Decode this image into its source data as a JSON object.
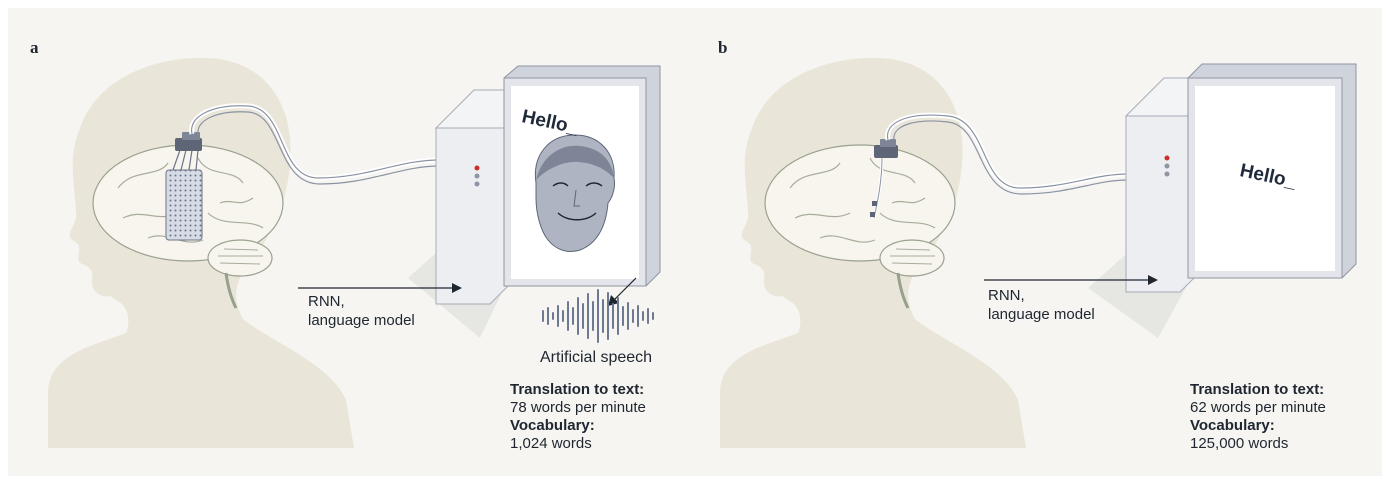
{
  "panel_a": {
    "letter": "a",
    "screen_text": "Hello_",
    "process_label": [
      "RNN,",
      "language model"
    ],
    "output_label": "Artificial speech",
    "translation_heading": "Translation to text:",
    "translation_value": "78 words per minute",
    "vocabulary_heading": "Vocabulary:",
    "vocabulary_value": "1,024 words"
  },
  "panel_b": {
    "letter": "b",
    "screen_text": "Hello_",
    "process_label": [
      "RNN,",
      "language model"
    ],
    "translation_heading": "Translation to text:",
    "translation_value": "62 words per minute",
    "vocabulary_heading": "Vocabulary:",
    "vocabulary_value": "125,000 words"
  },
  "colors": {
    "background": "#f6f5f2",
    "head_silhouette": "#e9e6d9",
    "text": "#1f2630",
    "computer_light": "#eceef2",
    "computer_mid": "#d6d9e0",
    "screen_border": "#b9bdc6",
    "accent_red": "#c9302c"
  }
}
